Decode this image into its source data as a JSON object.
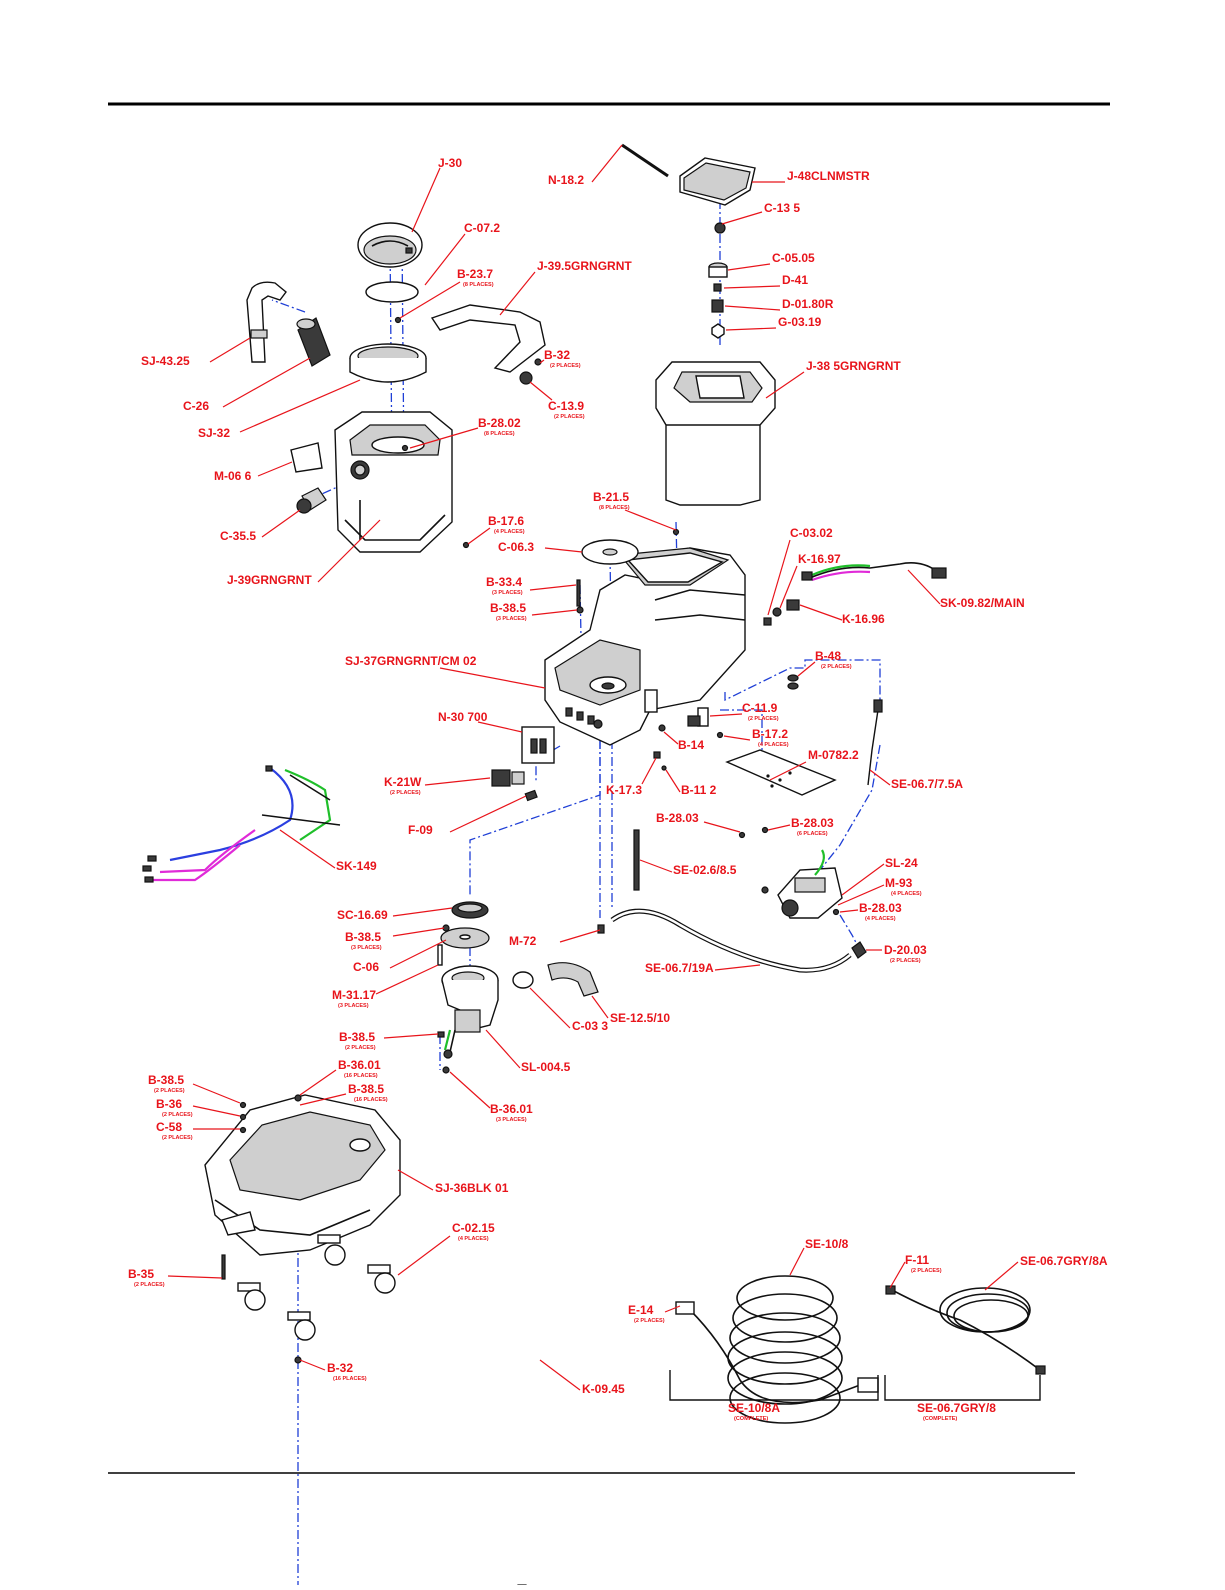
{
  "parts": [
    {
      "id": "J-30"
    },
    {
      "id": "C-07.2"
    },
    {
      "id": "B-23.7",
      "qty": "(8 PLACES)"
    },
    {
      "id": "J-39.5GRNGRNT"
    },
    {
      "id": "SJ-43.25"
    },
    {
      "id": "B-32",
      "qty": "(2 PLACES)"
    },
    {
      "id": "C-26"
    },
    {
      "id": "C-13.9",
      "qty": "(2 PLACES)"
    },
    {
      "id": "SJ-32"
    },
    {
      "id": "B-28.02",
      "qty": "(8 PLACES)"
    },
    {
      "id": "M-06 6"
    },
    {
      "id": "C-35.5"
    },
    {
      "id": "B-17.6",
      "qty": "(4 PLACES)"
    },
    {
      "id": "J-39GRNGRNT"
    },
    {
      "id": "N-18.2"
    },
    {
      "id": "J-48CLNMSTR"
    },
    {
      "id": "C-13 5"
    },
    {
      "id": "C-05.05"
    },
    {
      "id": "D-41"
    },
    {
      "id": "D-01.80R"
    },
    {
      "id": "G-03.19"
    },
    {
      "id": "J-38 5GRNGRNT"
    },
    {
      "id": "B-21.5",
      "qty": "(8 PLACES)"
    },
    {
      "id": "C-06.3"
    },
    {
      "id": "B-33.4",
      "qty": "(3 PLACES)"
    },
    {
      "id": "B-38.5",
      "qty": "(3 PLACES)"
    },
    {
      "id": "C-03.02"
    },
    {
      "id": "K-16.97"
    },
    {
      "id": "SK-09.82/MAIN"
    },
    {
      "id": "K-16.96"
    },
    {
      "id": "SJ-37GRNGRNT/CM 02"
    },
    {
      "id": "B-48",
      "qty": "(2 PLACES)"
    },
    {
      "id": "N-30 700"
    },
    {
      "id": "C-11.9",
      "qty": "(2 PLACES)"
    },
    {
      "id": "B-14"
    },
    {
      "id": "B-17.2",
      "qty": "(4 PLACES)"
    },
    {
      "id": "K-21W",
      "qty": "(2 PLACES)"
    },
    {
      "id": "M-0782.2"
    },
    {
      "id": "K-17.3"
    },
    {
      "id": "B-11 2"
    },
    {
      "id": "SE-06.7/7.5A"
    },
    {
      "id": "F-09"
    },
    {
      "id": "B-28.03"
    },
    {
      "id": "B-28.03",
      "qty": "(6 PLACES)"
    },
    {
      "id": "SK-149"
    },
    {
      "id": "SE-02.6/8.5"
    },
    {
      "id": "SL-24"
    },
    {
      "id": "M-93",
      "qty": "(4 PLACES)"
    },
    {
      "id": "B-28.03",
      "qty": "(4 PLACES)"
    },
    {
      "id": "SC-16.69"
    },
    {
      "id": "B-38.5",
      "qty": "(3 PLACES)"
    },
    {
      "id": "M-72"
    },
    {
      "id": "D-20.03",
      "qty": "(2 PLACES)"
    },
    {
      "id": "C-06"
    },
    {
      "id": "SE-06.7/19A"
    },
    {
      "id": "M-31.17",
      "qty": "(3 PLACES)"
    },
    {
      "id": "C-03 3"
    },
    {
      "id": "SE-12.5/10"
    },
    {
      "id": "B-38.5",
      "qty": "(2 PLACES)"
    },
    {
      "id": "SL-004.5"
    },
    {
      "id": "B-38.5",
      "qty": "(2 PLACES)"
    },
    {
      "id": "B-36.01",
      "qty": "(16 PLACES)"
    },
    {
      "id": "B-38.5",
      "qty": "(16 PLACES)"
    },
    {
      "id": "B-36",
      "qty": "(2 PLACES)"
    },
    {
      "id": "B-36.01",
      "qty": "(3 PLACES)"
    },
    {
      "id": "C-58",
      "qty": "(2 PLACES)"
    },
    {
      "id": "SJ-36BLK 01"
    },
    {
      "id": "C-02.15",
      "qty": "(4 PLACES)"
    },
    {
      "id": "SE-10/8"
    },
    {
      "id": "B-35",
      "qty": "(2 PLACES)"
    },
    {
      "id": "F-11",
      "qty": "(2 PLACES)"
    },
    {
      "id": "SE-06.7GRY/8A"
    },
    {
      "id": "E-14",
      "qty": "(2 PLACES)"
    },
    {
      "id": "B-32",
      "qty": "(16 PLACES)"
    },
    {
      "id": "K-09.45"
    },
    {
      "id": "SE-10/8A",
      "qty": "(COMPLETE)"
    },
    {
      "id": "SE-06.7GRY/8",
      "qty": "(COMPLETE)"
    }
  ],
  "colors": {
    "label": "#e8141b",
    "assembly_axis": "#1f3fd6",
    "wire_green": "#1fbf2a",
    "wire_blue": "#2b3fe0",
    "wire_magenta": "#e02ad8",
    "line": "#111111"
  }
}
